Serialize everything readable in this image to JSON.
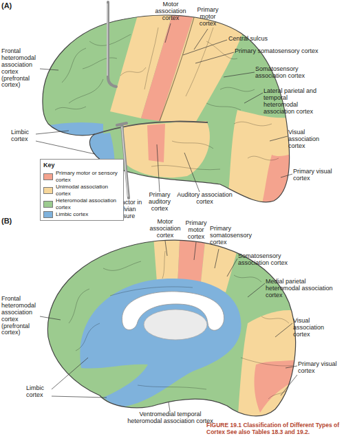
{
  "diagram": {
    "caption": "FIGURE 19.1 Classification of Different Types of Cortex See also Tables 18.3 and 19.2.",
    "nodes": [
      {
        "text": [
          "Key"
        ]
      }
    ],
    "labels": [
      "(A)",
      "Frontal heteromodal association cortex (prefrontal cortex)",
      "Limbic cortex",
      "Motor association cortex",
      "Primary motor cortex",
      "Central sulcus",
      "Primary somatosensory cortex",
      "Somatosensory association cortex",
      "Lateral parietal and temporal heteromodal association cortex",
      "Visual association cortex",
      "Primary visual cortex",
      "Auditory association cortex",
      "Primary auditory cortex",
      "Retractor in Sylvian fissure",
      "(B)",
      "Motor association cortex",
      "Primary motor cortex",
      "Primary somatosensory cortex",
      "Somatosensory association cortex",
      "Medial parietal heteromodal association cortex",
      "Visual association cortex",
      "Primary visual cortex",
      "Ventromedial temporal heteromodal association cortex",
      "Limbic cortex",
      "Frontal heteromodal association cortex (prefrontal cortex)"
    ],
    "legend": [
      {
        "text": "Primary motor or sensory cortex",
        "color": "#f4a38e"
      },
      {
        "text": "Unimodal association cortex",
        "color": "#f7d79b"
      },
      {
        "text": "Heteromodal association cortex",
        "color": "#9ccb8f"
      },
      {
        "text": "Limbic cortex",
        "color": "#7fb2dc"
      }
    ]
  }
}
